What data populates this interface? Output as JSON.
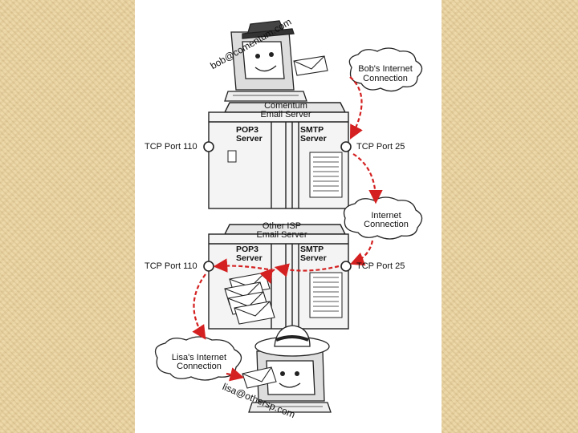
{
  "colors": {
    "arrow": "#d42020",
    "server": "#f4f4f4",
    "outline": "#222222",
    "page_bg": "#ffffff",
    "backdrop": "#e9d4a4"
  },
  "sender": {
    "email": "bob@comentum.com",
    "connection_line1": "Bob's Internet",
    "connection_line2": "Connection"
  },
  "comentum_server": {
    "title_line1": "Comentum",
    "title_line2": "Email Server",
    "pop3_line1": "POP3",
    "pop3_line2": "Server",
    "smtp_line1": "SMTP",
    "smtp_line2": "Server",
    "port_left": "TCP Port 110",
    "port_right": "TCP Port 25"
  },
  "internet": {
    "line1": "Internet",
    "line2": "Connection"
  },
  "isp_server": {
    "title_line1": "Other ISP",
    "title_line2": "Email Server",
    "pop3_line1": "POP3",
    "pop3_line2": "Server",
    "smtp_line1": "SMTP",
    "smtp_line2": "Server",
    "port_left": "TCP Port 110",
    "port_right": "TCP Port 25"
  },
  "recipient": {
    "connection_line1": "Lisa's Internet",
    "connection_line2": "Connection",
    "email": "lisa@othersp.com"
  },
  "icons": {
    "sender_computer": "computer-face-icon",
    "recipient_computer": "computer-face-icon",
    "envelope": "envelope-icon",
    "cloud": "cloud-icon"
  }
}
